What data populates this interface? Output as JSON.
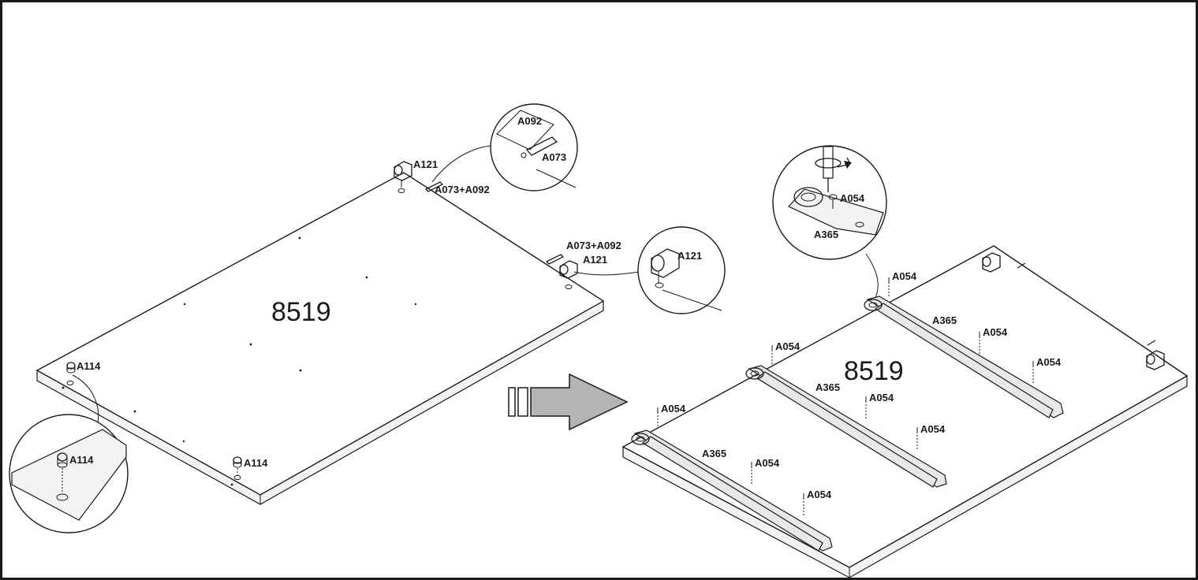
{
  "left_panel": {
    "panel_number": "8519",
    "labels": {
      "dowel_top": "A121",
      "pin_top": "A073+A092",
      "glue_detail": "A092",
      "pin_detail": "A073",
      "pin_right": "A073+A092",
      "dowel_right": "A121",
      "dowel_right_detail": "A121",
      "foot_left": "A114",
      "foot_left_detail": "A114",
      "foot_bottom": "A114"
    }
  },
  "right_panel": {
    "panel_number": "8519",
    "labels": {
      "screw_detail": "A054",
      "rail_detail": "A365",
      "screw_top_rail": "A054",
      "rail_top": "A365",
      "screw_top_a": "A054",
      "screw_top_b": "A054",
      "screw_mid_rail": "A054",
      "rail_mid": "A365",
      "screw_mid_a": "A054",
      "screw_mid_b": "A054",
      "screw_bot_rail": "A054",
      "rail_bot": "A365",
      "screw_bot_a": "A054",
      "screw_bot_b": "A054"
    }
  },
  "arrow": {
    "fill_color": "#b4b4b4"
  }
}
